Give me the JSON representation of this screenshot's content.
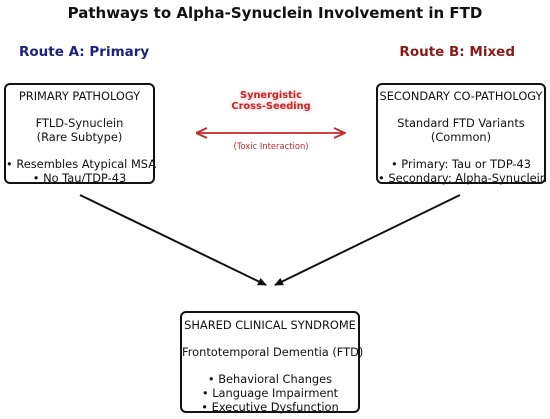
{
  "title": "Pathways to Alpha-Synuclein Involvement in FTD",
  "route_a": "Route A: Primary",
  "route_b": "Route B: Mixed",
  "primary_box": {
    "heading": "PRIMARY PATHOLOGY",
    "name": "FTLD-Synuclein",
    "subtype": "(Rare Subtype)",
    "bullet_1": "• Resembles Atypical MSA",
    "bullet_2": "• No Tau/TDP-43"
  },
  "secondary_box": {
    "heading": "SECONDARY CO-PATHOLOGY",
    "name": "Standard FTD Variants",
    "subtype": "(Common)",
    "bullet_1": "• Primary: Tau or TDP-43",
    "bullet_2": "• Secondary: Alpha-Synuclein"
  },
  "interaction": {
    "label_line_1": "Synergistic",
    "label_line_2": "Cross-Seeding",
    "sub_label": "(Toxic Interaction)"
  },
  "shared_box": {
    "heading": "SHARED CLINICAL SYNDROME",
    "name": "Frontotemporal Dementia (FTD)",
    "bullet_1": "• Behavioral Changes",
    "bullet_2": "• Language Impairment",
    "bullet_3": "• Executive Dysfunction"
  },
  "colors": {
    "route_a": "#1a237e",
    "route_b": "#8b1a1a",
    "interaction": "#c62828"
  }
}
